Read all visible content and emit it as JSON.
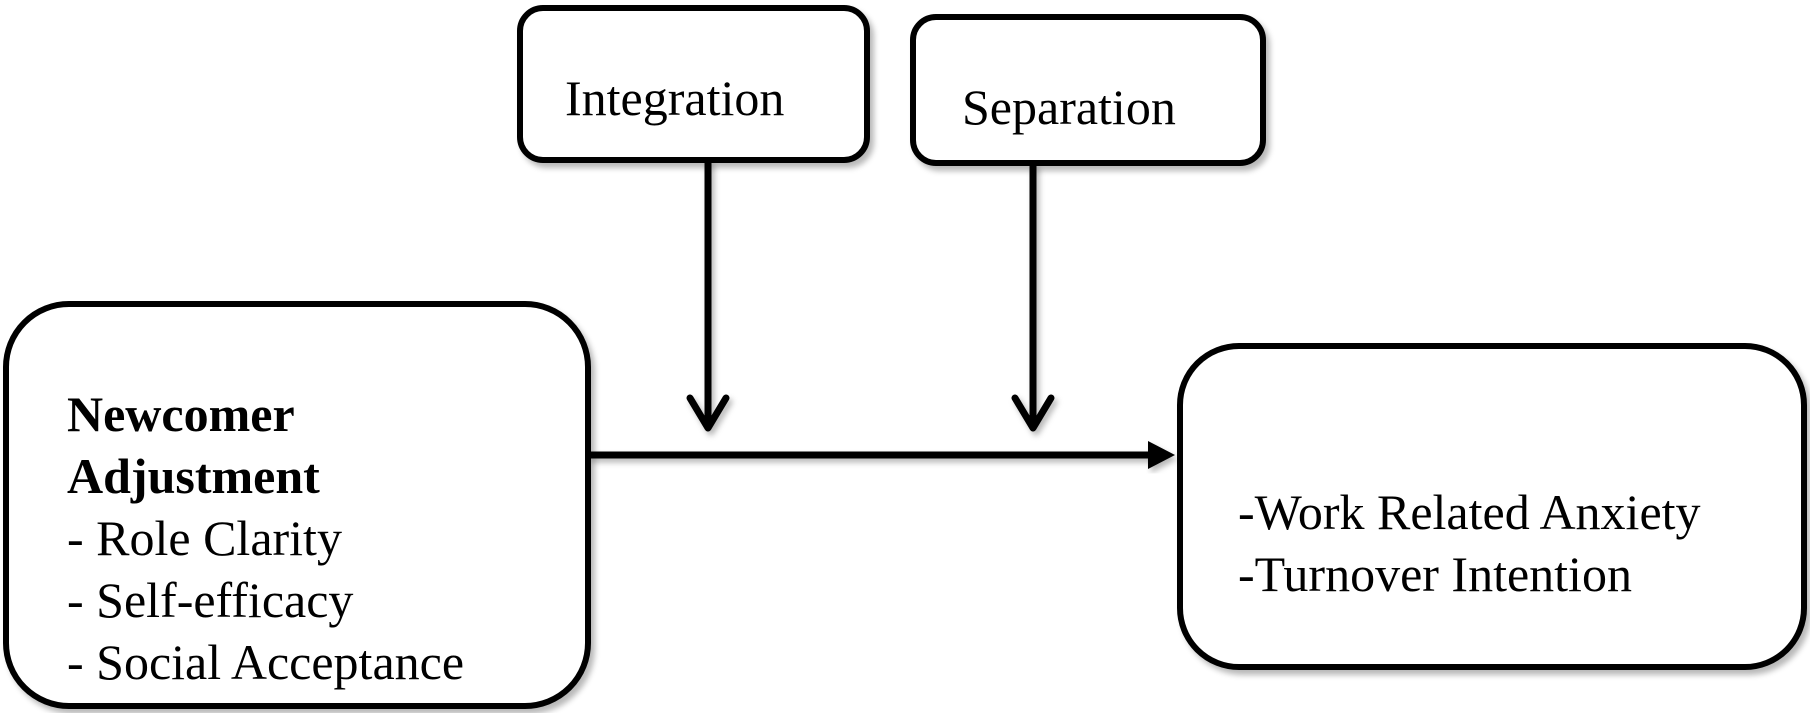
{
  "moderators": {
    "integration": "Integration",
    "separation": "Separation"
  },
  "predictor": {
    "title_line1": "Newcomer",
    "title_line2": "Adjustment",
    "items": [
      "- Role Clarity",
      "- Self-efficacy",
      "- Social Acceptance"
    ]
  },
  "outcomes": {
    "items": [
      "-Work Related Anxiety",
      "-Turnover Intention"
    ]
  }
}
